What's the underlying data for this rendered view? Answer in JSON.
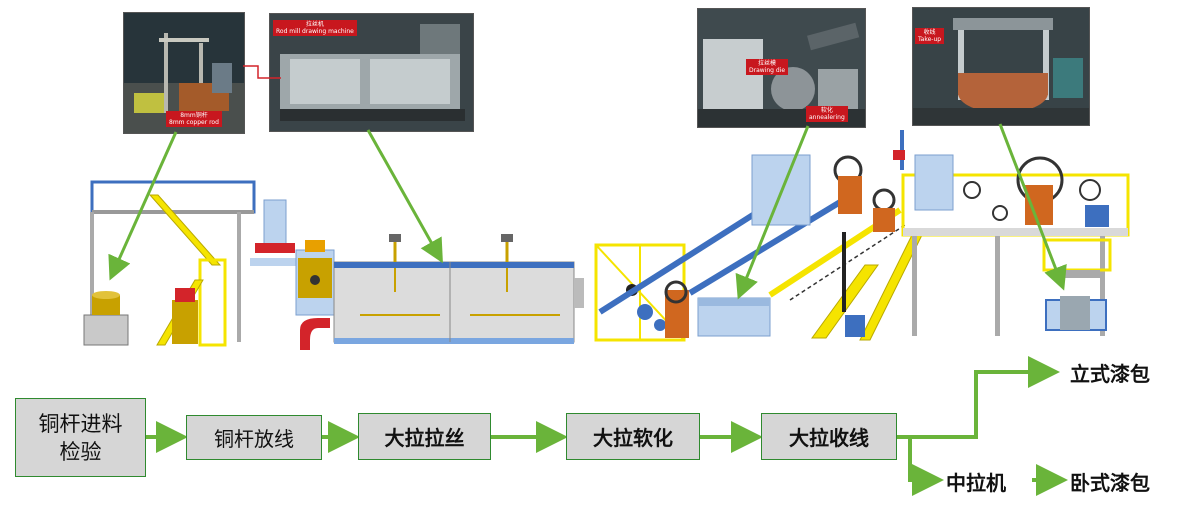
{
  "photos": {
    "copper_rod": {
      "label_line1": "8mm铜杆",
      "label_line2": "8mm copper rod"
    },
    "rod_mill": {
      "label_line1": "拉丝机",
      "label_line2": "Rod mill drawing machine"
    },
    "drawing_die": {
      "label_line1": "拉丝模",
      "label_line2": "Drawing die"
    },
    "annealing": {
      "label_line1": "软化",
      "label_line2": "annealering"
    },
    "take_up": {
      "label_line1": "收线",
      "label_line2": "Take-up"
    }
  },
  "flow": {
    "step1_line1": "铜杆进料",
    "step1_line2": "检验",
    "step2": "铜杆放线",
    "step3": "大拉拉丝",
    "step4": "大拉软化",
    "step5": "大拉收线",
    "branch_up": "立式漆包",
    "branch_mid": "中拉机",
    "branch_down": "卧式漆包"
  },
  "colors": {
    "arrow_green": "#6ab43a",
    "box_fill": "#d6d6d6",
    "machine_blue": "#3d6fbf",
    "rail_yellow": "#f5e400",
    "pipe_red": "#d3242a",
    "pale_blue": "#bcd3ee"
  }
}
